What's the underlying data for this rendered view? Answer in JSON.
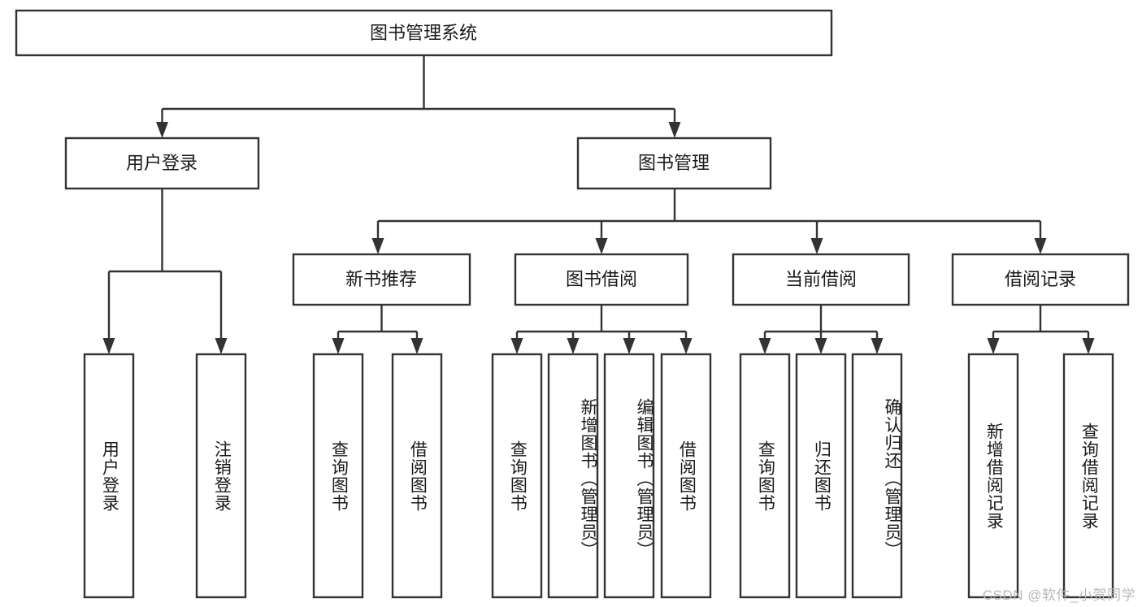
{
  "diagram": {
    "type": "tree-hierarchy",
    "title": "图书管理系统",
    "watermark": "CSDN @软件_小贺同学",
    "colors": {
      "stroke": "#333333",
      "fill": "#ffffff",
      "text": "#1a1a1a",
      "watermark": "#b8b8b8",
      "background": "#ffffff"
    },
    "levels": {
      "root": {
        "label": "图书管理系统"
      },
      "level2": [
        {
          "label": "用户登录"
        },
        {
          "label": "图书管理"
        }
      ],
      "level3": [
        {
          "label": "新书推荐"
        },
        {
          "label": "图书借阅"
        },
        {
          "label": "当前借阅"
        },
        {
          "label": "借阅记录"
        }
      ],
      "level4": [
        {
          "label": "用户登录",
          "parent": "用户登录"
        },
        {
          "label": "注销登录",
          "parent": "用户登录"
        },
        {
          "label": "查询图书",
          "parent": "新书推荐"
        },
        {
          "label": "借阅图书",
          "parent": "新书推荐"
        },
        {
          "label": "查询图书",
          "parent": "图书借阅"
        },
        {
          "label": "新增图书（管理员）",
          "parent": "图书借阅"
        },
        {
          "label": "编辑图书（管理员）",
          "parent": "图书借阅"
        },
        {
          "label": "借阅图书",
          "parent": "图书借阅"
        },
        {
          "label": "查询图书",
          "parent": "当前借阅"
        },
        {
          "label": "归还图书",
          "parent": "当前借阅"
        },
        {
          "label": "确认归还（管理员）",
          "parent": "当前借阅"
        },
        {
          "label": "新增借阅记录",
          "parent": "借阅记录"
        },
        {
          "label": "查询借阅记录",
          "parent": "借阅记录"
        }
      ]
    },
    "nodes": {
      "root": {
        "label": "图书管理系统"
      },
      "user_login": {
        "label": "用户登录"
      },
      "book_manage": {
        "label": "图书管理"
      },
      "new_book_rec": {
        "label": "新书推荐"
      },
      "book_borrow": {
        "label": "图书借阅"
      },
      "current_borrow": {
        "label": "当前借阅"
      },
      "borrow_record": {
        "label": "借阅记录"
      },
      "leaf_01": {
        "label": "用户登录"
      },
      "leaf_02": {
        "label": "注销登录"
      },
      "leaf_03": {
        "label": "查询图书"
      },
      "leaf_04": {
        "label": "借阅图书"
      },
      "leaf_05": {
        "label": "查询图书"
      },
      "leaf_06": {
        "label": "新增图书（管理员）"
      },
      "leaf_07": {
        "label": "编辑图书（管理员）"
      },
      "leaf_08": {
        "label": "借阅图书"
      },
      "leaf_09": {
        "label": "查询图书"
      },
      "leaf_10": {
        "label": "归还图书"
      },
      "leaf_11": {
        "label": "确认归还（管理员）"
      },
      "leaf_12": {
        "label": "新增借阅记录"
      },
      "leaf_13": {
        "label": "查询借阅记录"
      }
    }
  }
}
